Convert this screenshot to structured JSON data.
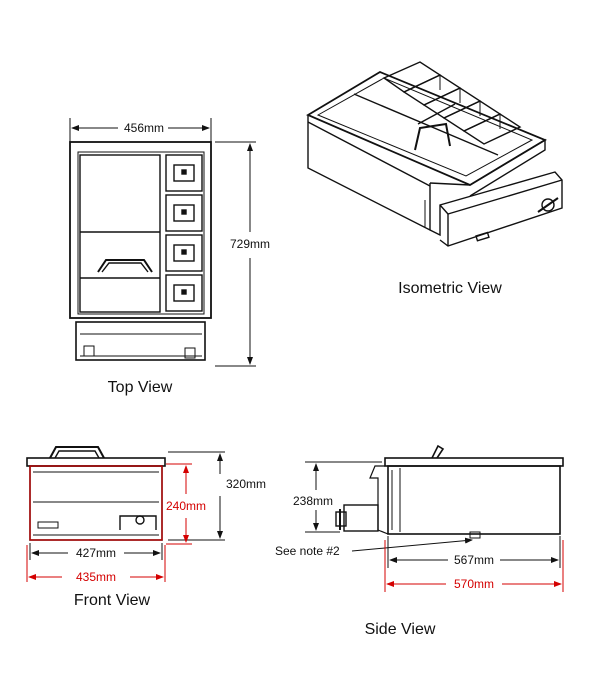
{
  "views": {
    "top": "Top View",
    "isometric": "Isometric View",
    "front": "Front View",
    "side": "Side View"
  },
  "dimensions": {
    "top_width": "456mm",
    "top_depth": "729mm",
    "front_height_total": "320mm",
    "front_height_inner": "240mm",
    "front_width_inner": "427mm",
    "front_width_outer": "435mm",
    "side_height": "238mm",
    "side_depth_inner": "567mm",
    "side_depth_outer": "570mm"
  },
  "notes": {
    "side_note": "See note #2"
  },
  "colors": {
    "line": "#111111",
    "highlight_dim": "#d40000"
  }
}
